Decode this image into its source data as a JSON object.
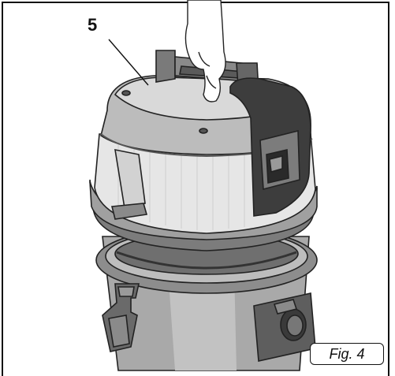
{
  "figure": {
    "callout_number": "5",
    "caption": "Fig. 4",
    "illustration": "hand-lifting-vacuum-motor-head",
    "border_color": "#111111",
    "fill_light": "#e4e4e4",
    "fill_mid": "#b8b8b8",
    "fill_dark": "#6a6a6a"
  }
}
